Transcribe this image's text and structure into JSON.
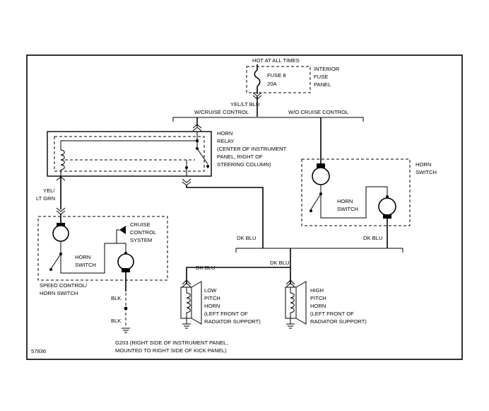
{
  "labels": {
    "hot_at_all_times": "HOT AT ALL TIMES",
    "fuse_number": "FUSE 8",
    "fuse_rating": "20A",
    "interior_fuse_panel": [
      "INTERIOR",
      "FUSE",
      "PANEL"
    ],
    "wire_yel_lt_blu": "YEL/LT BLU",
    "with_cruise_control": "W/CRUISE CONTROL",
    "without_cruise_control": "W/O CRUISE CONTROL",
    "horn_relay": [
      "HORN",
      "RELAY",
      "(CENTER OF INSTRUMENT",
      "PANEL, RIGHT OF",
      "STEERING COLUMN)"
    ],
    "horn_switch_right": [
      "HORN",
      "SWITCH"
    ],
    "horn_switch_inner_right": [
      "HORN",
      "SWITCH"
    ],
    "wire_yel_lt_grn": [
      "YEL/",
      "LT GRN"
    ],
    "cruise_control_system": [
      "CRUISE",
      "CONTROL",
      "SYSTEM"
    ],
    "horn_switch_left": [
      "HORN",
      "SWITCH"
    ],
    "speed_control_horn_switch": [
      "SPEED CONTROL/",
      "HORN SWITCH"
    ],
    "wire_dk_blu_center": "DK BLU",
    "wire_dk_blu_right": "DK BLU",
    "wire_dk_blu_low": "DK BLU",
    "wire_dk_blu_high": "DK BLU",
    "wire_blk_upper": "BLK",
    "wire_blk_lower": "BLK",
    "low_pitch_horn": [
      "LOW",
      "PITCH",
      "HORN",
      "(LEFT FRONT OF",
      "RADIATOR SUPPORT)"
    ],
    "high_pitch_horn": [
      "HIGH",
      "PITCH",
      "HORN",
      "(LEFT FRONT OF",
      "RADIATOR SUPPORT)"
    ],
    "ground_g203": [
      "G203   (RIGHT SIDE OF INSTRUMENT PANEL,",
      "MOUNTED TO RIGHT SIDE OF KICK PANEL)"
    ],
    "figure_number": "57836"
  }
}
